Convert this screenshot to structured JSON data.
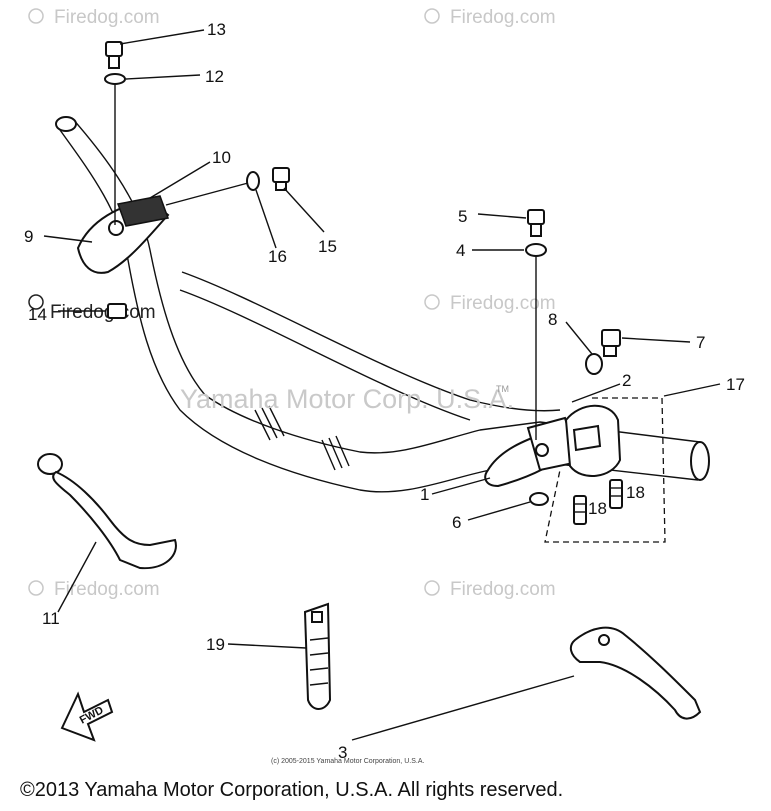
{
  "callouts": [
    "1",
    "2",
    "3",
    "4",
    "5",
    "6",
    "7",
    "8",
    "9",
    "10",
    "11",
    "12",
    "13",
    "14",
    "15",
    "16",
    "17",
    "18",
    "18",
    "19"
  ],
  "watermark": {
    "site_text": "Firedog.com",
    "center_text": "Yamaha Motor Corp. U.S.A.",
    "tm": "TM"
  },
  "fwd_label": "FWD",
  "copyright_small": "(c) 2005-2015 Yamaha Motor Corporation, U.S.A.",
  "copyright_bottom": "©2013 Yamaha Motor Corporation, U.S.A. All rights reserved."
}
